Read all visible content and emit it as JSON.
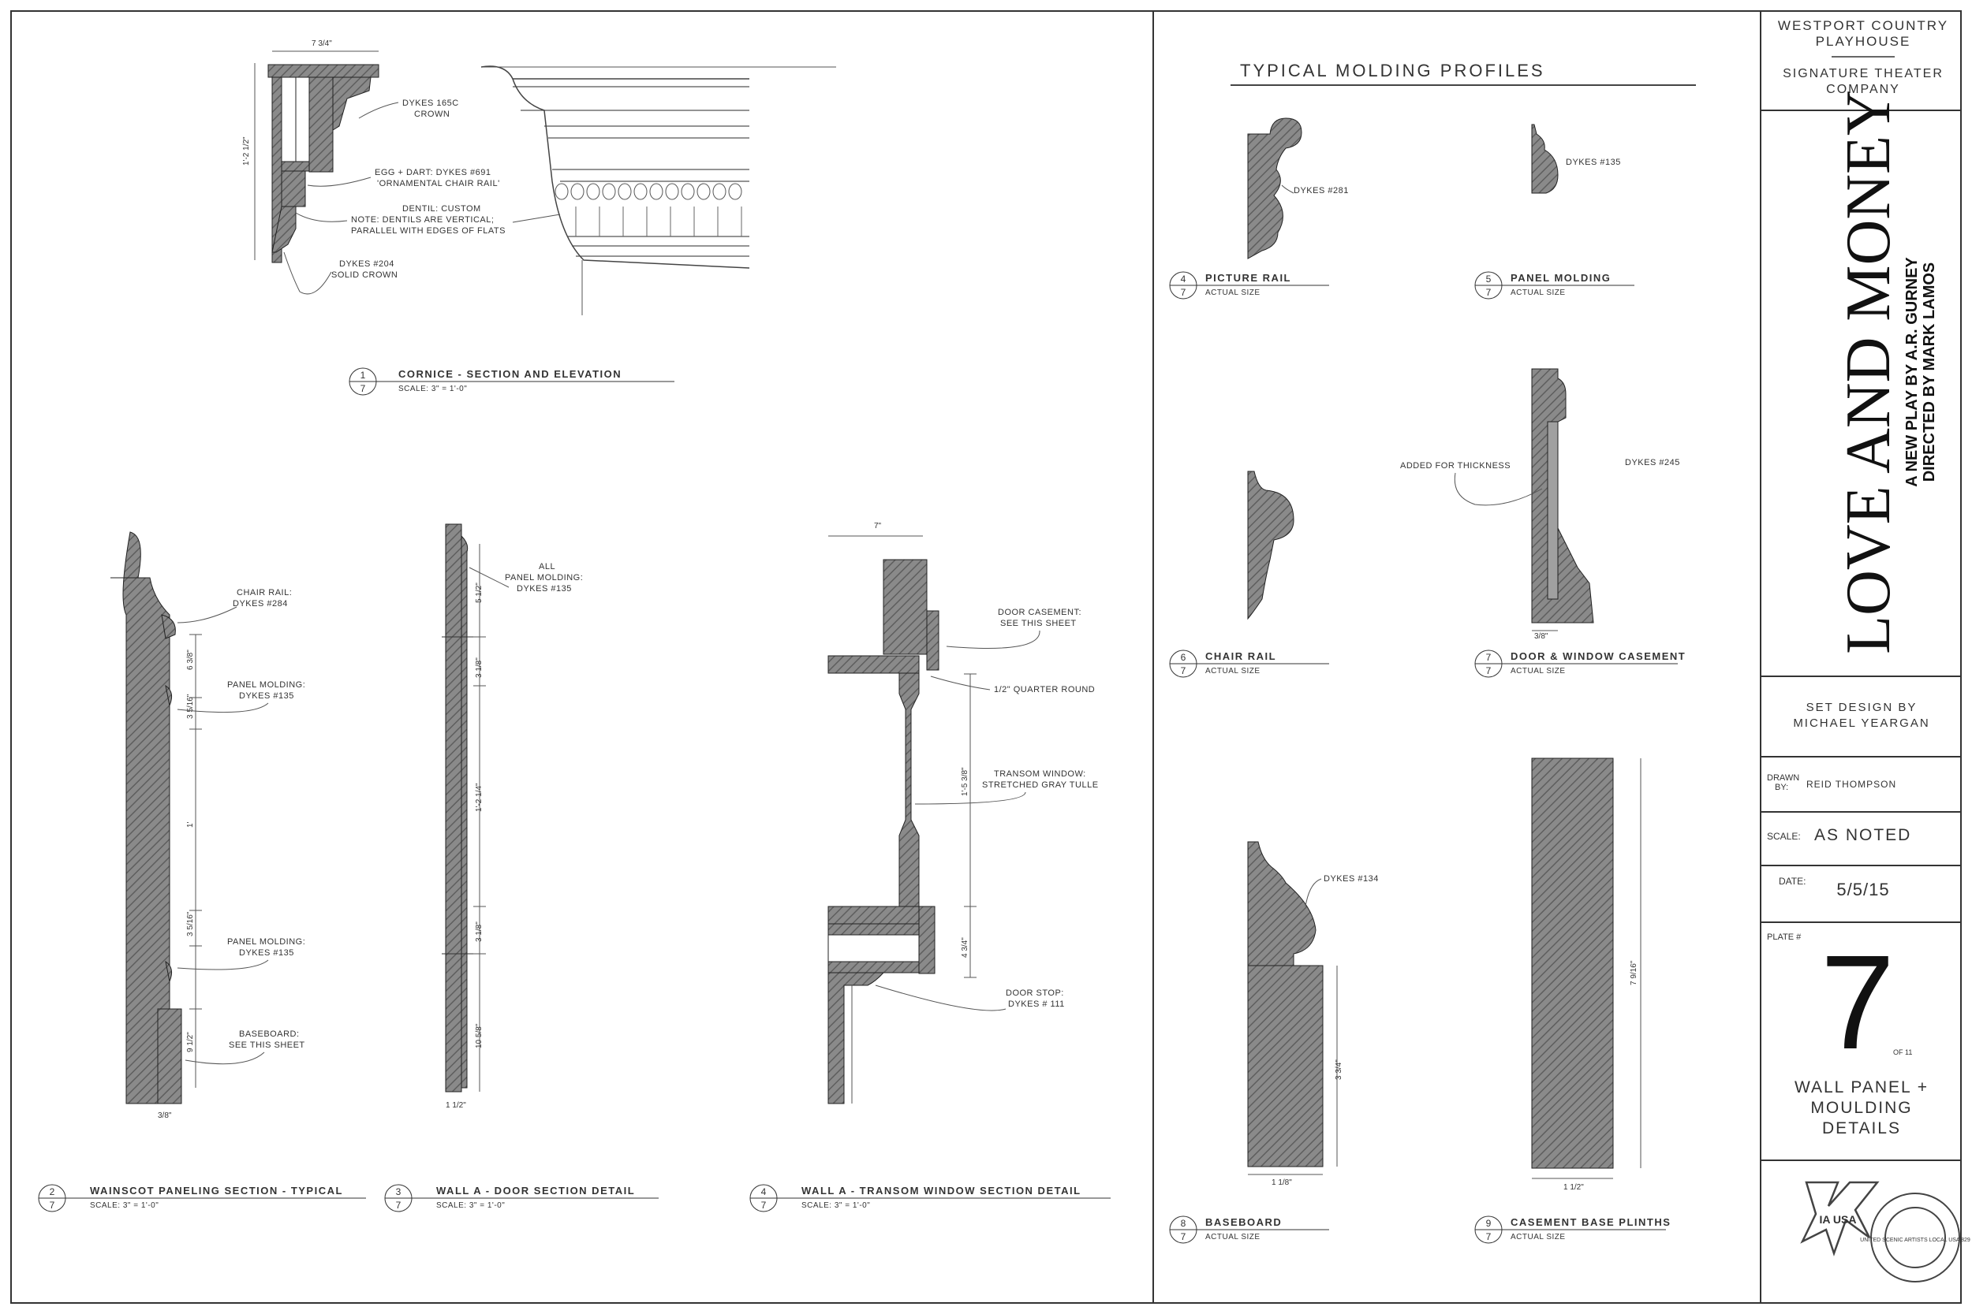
{
  "title_block": {
    "venue_line1": "WESTPORT COUNTRY",
    "venue_line2": "PLAYHOUSE",
    "company_line1": "SIGNATURE THEATER",
    "company_line2": "COMPANY",
    "play_title": "LOVE AND MONEY",
    "play_byline": "A NEW PLAY BY A.R. GURNEY",
    "director_line": "DIRECTED BY MARK LAMOS",
    "set_design_line1": "SET DESIGN BY",
    "set_design_line2": "MICHAEL YEARGAN",
    "drawn_label_1": "DRAWN",
    "drawn_label_2": "BY:",
    "drawn_by": "REID THOMPSON",
    "scale_label": "SCALE:",
    "scale_value": "AS NOTED",
    "date_label": "DATE:",
    "date_value": "5/5/15",
    "plate_label": "PLATE #",
    "plate_number": "7",
    "plate_of": "OF 11",
    "sheet_title_1": "WALL PANEL +",
    "sheet_title_2": "MOULDING",
    "sheet_title_3": "DETAILS",
    "union_logo_label": "IA USA",
    "union_logo_ring": "UNITED SCENIC ARTISTS LOCAL USA 829"
  },
  "profiles_header": "TYPICAL MOLDING PROFILES",
  "details": [
    {
      "num": "1",
      "sheet": "7",
      "title": "CORNICE - SECTION AND ELEVATION",
      "sub": "SCALE: 3\" = 1'-0\""
    },
    {
      "num": "2",
      "sheet": "7",
      "title": "WAINSCOT PANELING SECTION - TYPICAL",
      "sub": "SCALE: 3\" = 1'-0\""
    },
    {
      "num": "3",
      "sheet": "7",
      "title": "WALL A - DOOR SECTION DETAIL",
      "sub": "SCALE: 3\" = 1'-0\""
    },
    {
      "num": "4",
      "sheet": "7",
      "title": "WALL A - TRANSOM WINDOW SECTION DETAIL",
      "sub": "SCALE: 3\" = 1'-0\""
    },
    {
      "num": "4",
      "sheet": "7",
      "title": "PICTURE RAIL",
      "sub": "ACTUAL SIZE"
    },
    {
      "num": "5",
      "sheet": "7",
      "title": "PANEL MOLDING",
      "sub": "ACTUAL SIZE"
    },
    {
      "num": "6",
      "sheet": "7",
      "title": "CHAIR RAIL",
      "sub": "ACTUAL SIZE"
    },
    {
      "num": "7",
      "sheet": "7",
      "title": "DOOR & WINDOW CASEMENT",
      "sub": "ACTUAL SIZE"
    },
    {
      "num": "8",
      "sheet": "7",
      "title": "BASEBOARD",
      "sub": "ACTUAL SIZE"
    },
    {
      "num": "9",
      "sheet": "7",
      "title": "CASEMENT BASE PLINTHS",
      "sub": "ACTUAL SIZE"
    }
  ],
  "notes": {
    "cornice_width": "7 3/4\"",
    "cornice_height": "1'-2 1/2\"",
    "dykes_165c_1": "DYKES 165C",
    "dykes_165c_2": "CROWN",
    "egg_dart_1": "EGG + DART: DYKES #691",
    "egg_dart_2": "'ORNAMENTAL CHAIR RAIL'",
    "dentil_1": "DENTIL: CUSTOM",
    "dentil_2": "NOTE: DENTILS ARE VERTICAL;",
    "dentil_3": "PARALLEL WITH EDGES OF FLATS",
    "dykes_204_1": "DYKES #204",
    "dykes_204_2": "SOLID CROWN",
    "chair_rail_1": "CHAIR RAIL:",
    "chair_rail_2": "DYKES #284",
    "panel_molding_1": "PANEL MOLDING:",
    "panel_molding_2": "DYKES #135",
    "baseboard_1": "BASEBOARD:",
    "baseboard_2": "SEE THIS SHEET",
    "all_panel_1": "ALL",
    "all_panel_2": "PANEL MOLDING:",
    "all_panel_3": "DYKES #135",
    "door_casement_1": "DOOR CASEMENT:",
    "door_casement_2": "SEE THIS SHEET",
    "quarter_round": "1/2\" QUARTER ROUND",
    "transom_1": "TRANSOM WINDOW:",
    "transom_2": "STRETCHED GRAY TULLE",
    "door_stop_1": "DOOR STOP:",
    "door_stop_2": "DYKES # 111",
    "dykes_281": "DYKES #281",
    "dykes_135": "DYKES #135",
    "added_thickness": "ADDED FOR THICKNESS",
    "dykes_245": "DYKES #245",
    "dykes_134": "DYKES #134"
  },
  "dims": {
    "wainscot": [
      "6 3/8\"",
      "3 5/16\"",
      "1'",
      "3 5/16\"",
      "9 1/2\"",
      "3/8\""
    ],
    "door": [
      "5 1/2\"",
      "3 1/8\"",
      "1'-2 1/4\"",
      "3 1/8\"",
      "10 5/8\"",
      "1 1/2\""
    ],
    "transom": [
      "7\"",
      "1'-5 3/8\"",
      "4 3/4\""
    ],
    "casement_width": "3/8\"",
    "baseboard_height": "3 3/4\"",
    "baseboard_width": "1 1/8\"",
    "plinth_height": "7 9/16\"",
    "plinth_width": "1 1/2\""
  }
}
